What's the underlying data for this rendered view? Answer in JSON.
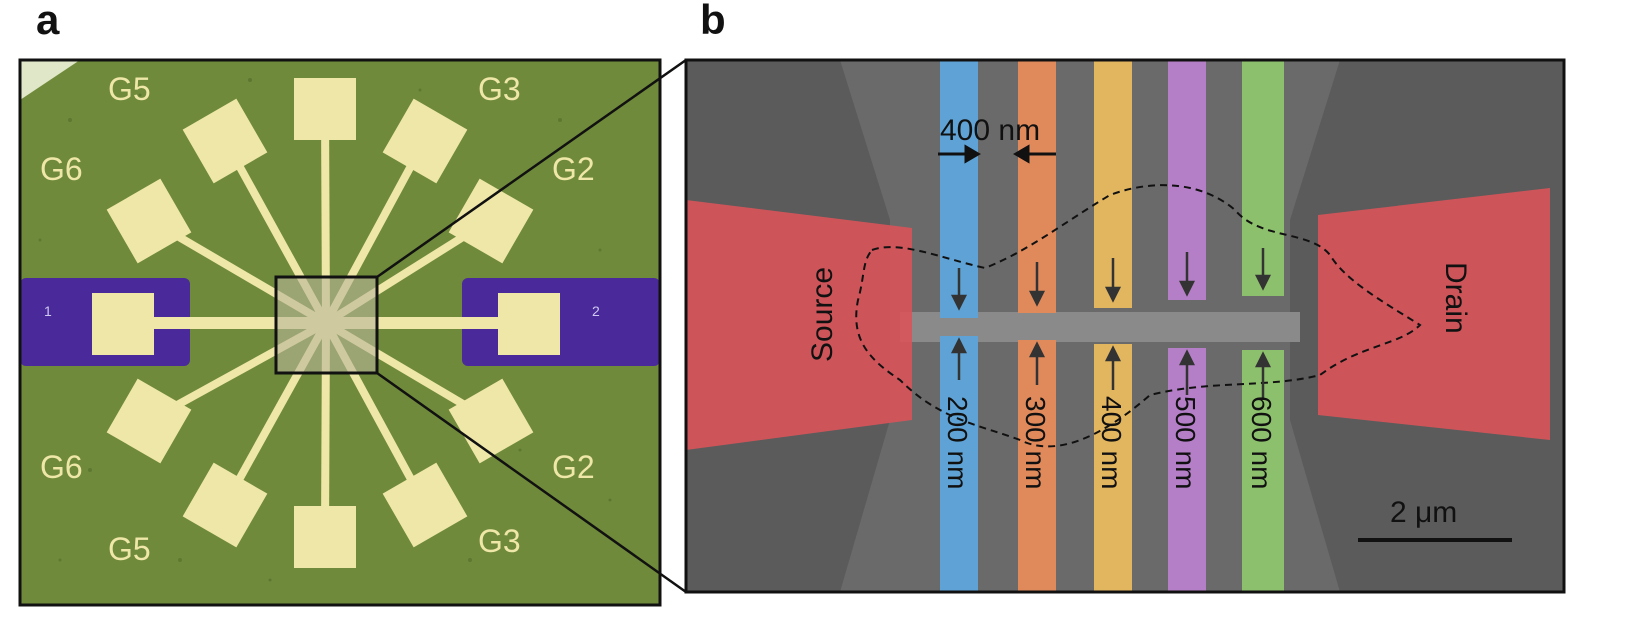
{
  "panel_a": {
    "letter": "a",
    "gate_labels": {
      "top_left": "G5",
      "upper_left": "G6",
      "lower_left": "G6",
      "bottom_left": "G5",
      "top_right": "G3",
      "upper_right": "G2",
      "lower_right": "G2",
      "bottom_right": "G3"
    },
    "contact_left": "1",
    "contact_right": "2"
  },
  "panel_b": {
    "letter": "b",
    "source_label": "Source",
    "drain_label": "Drain",
    "width_label": "400 nm",
    "gap_labels": [
      "200 nm",
      "300 nm",
      "400 nm",
      "500 nm",
      "600 nm"
    ],
    "scale_bar": "2 μm",
    "gate_colors": [
      "#5fa3d6",
      "#e08a5c",
      "#e2b55f",
      "#b57fc8",
      "#8dc06d"
    ],
    "contact_color": "#d9545a"
  },
  "colors": {
    "chip_green": "#6f8a3a",
    "pad_yellow": "#efe7a8",
    "contact_purple": "#4a2a9a",
    "sem_gray": "#5b5b5b"
  }
}
